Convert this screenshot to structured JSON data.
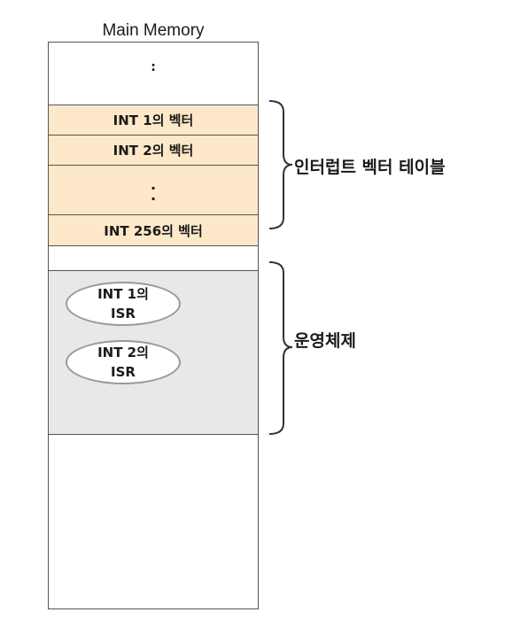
{
  "title": "Main Memory",
  "memory": {
    "top_dots": ":",
    "vector_table": {
      "entries": [
        "INT 1의 벡터",
        "INT 2의 벡터"
      ],
      "ellipsis": [
        ".",
        "."
      ],
      "last_entry": "INT 256의 벡터"
    },
    "os_region": {
      "isrs": [
        {
          "line1": "INT 1의",
          "line2": "ISR"
        },
        {
          "line1": "INT 2의",
          "line2": "ISR"
        }
      ]
    }
  },
  "braces": {
    "vector_table_label": "인터럽트 벡터 테이블",
    "os_label": "운영체제"
  },
  "colors": {
    "vector_fill": "#fde9c9",
    "os_fill": "#e8e8e8",
    "border": "#555555"
  }
}
